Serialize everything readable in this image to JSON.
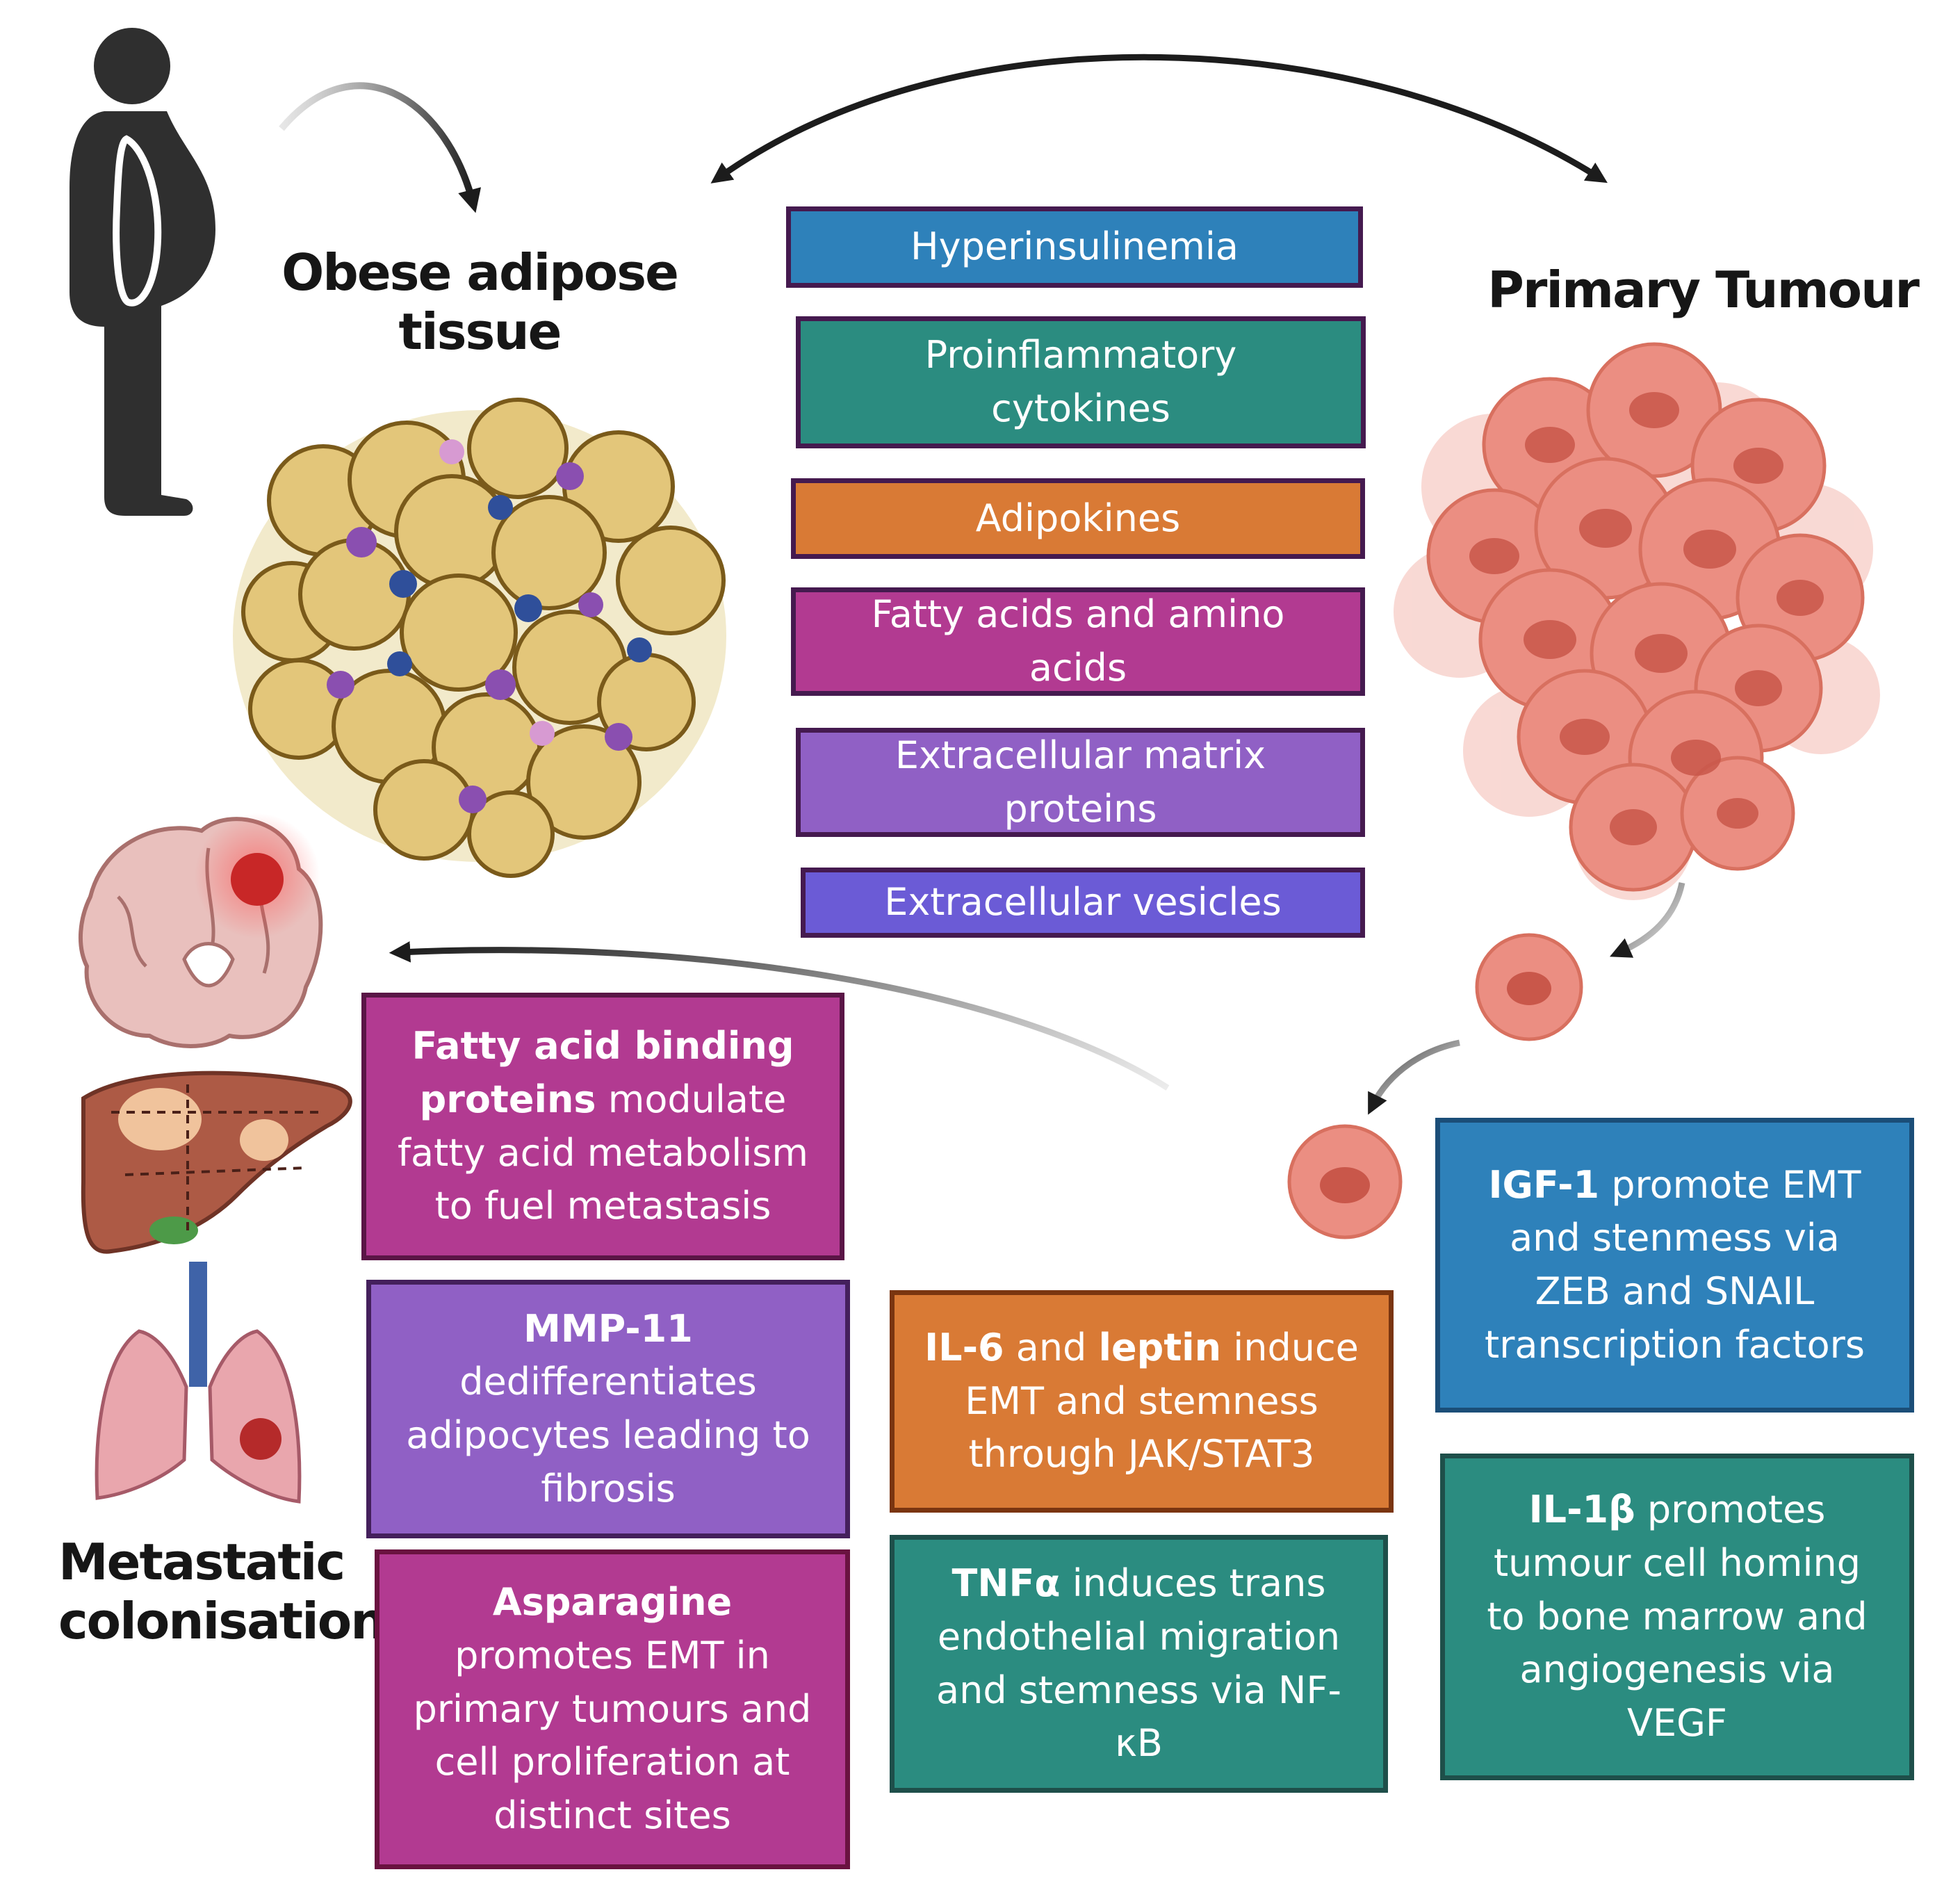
{
  "headings": {
    "adipose_line1": "Obese adipose",
    "adipose_line2": "tissue",
    "tumour": "Primary Tumour",
    "metastatic_line1": "Metastatic",
    "metastatic_line2": "colonisation"
  },
  "factors": [
    "Hyperinsulinemia",
    "Proinflammatory cytokines",
    "Adipokines",
    "Fatty acids and amino acids",
    "Extracellular matrix proteins",
    "Extracellular vesicles"
  ],
  "mechanisms": {
    "fabp": {
      "bold": "Fatty acid binding proteins",
      "text": " modulate fatty acid metabolism to fuel metastasis"
    },
    "mmp11": {
      "bold": "MMP-11",
      "text": " dedifferentiates adipocytes leading to fibrosis"
    },
    "asparagine": {
      "bold": "Asparagine",
      "text": " promotes EMT in primary tumours and cell proliferation at distinct sites"
    },
    "il6": {
      "bold1": "IL-6",
      "mid": " and ",
      "bold2": "leptin",
      "text": " induce EMT and stemness through JAK/STAT3"
    },
    "tnf": {
      "bold": "TNFα",
      "text": " induces trans endothelial migration and stemness via NF-κB"
    },
    "igf1": {
      "bold": "IGF-1",
      "text": " promote EMT and stenmess via ZEB and SNAIL transcription factors"
    },
    "il1b": {
      "bold": "IL-1β",
      "text": " promotes tumour cell homing to bone marrow and angiogenesis via VEGF"
    }
  },
  "colors": {
    "blue": "#2e81ba",
    "teal": "#2b8c80",
    "orange": "#d97a35",
    "magenta": "#b23a91",
    "purple": "#9060c5",
    "indigo": "#6b5bd6",
    "fat_cell": "#e3c67a",
    "tumour_cell": "#e9867a"
  },
  "icons": [
    "person-silhouette-icon",
    "adipose-tissue-icon",
    "tumour-mass-icon",
    "tumour-cell-icon",
    "brain-icon",
    "liver-icon",
    "lungs-icon"
  ]
}
